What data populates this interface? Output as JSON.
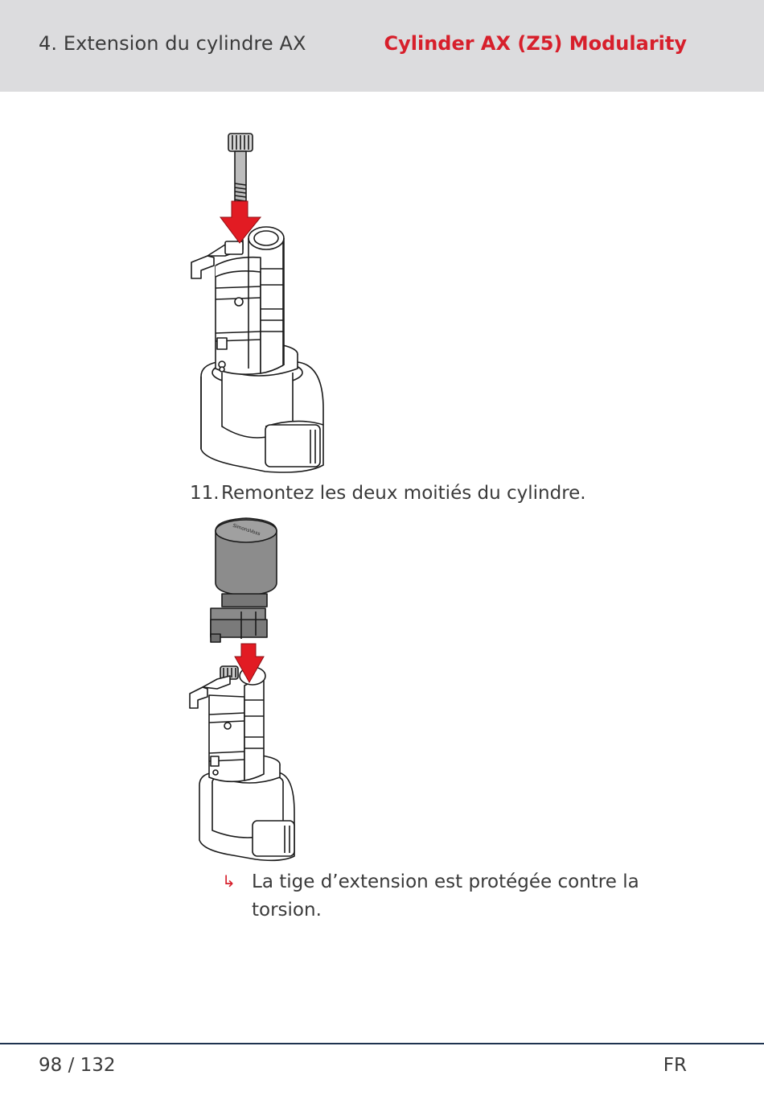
{
  "header": {
    "section_title": "4. Extension du cylindre AX",
    "product_title": "Cylinder AX (Z5) Modularity"
  },
  "steps": [
    {
      "number": "11.",
      "text": "Remontez les deux moitiés du cylindre."
    }
  ],
  "result": {
    "arrow": "↳",
    "text": "La tige d’extension est protégée contre la torsion."
  },
  "figures": {
    "cap_brand": "SimonsVoss"
  },
  "footer": {
    "page": "98 / 132",
    "language": "FR"
  },
  "colors": {
    "accent": "#d71f2b",
    "header_bg": "#dcdcde",
    "rule": "#1e3350"
  }
}
